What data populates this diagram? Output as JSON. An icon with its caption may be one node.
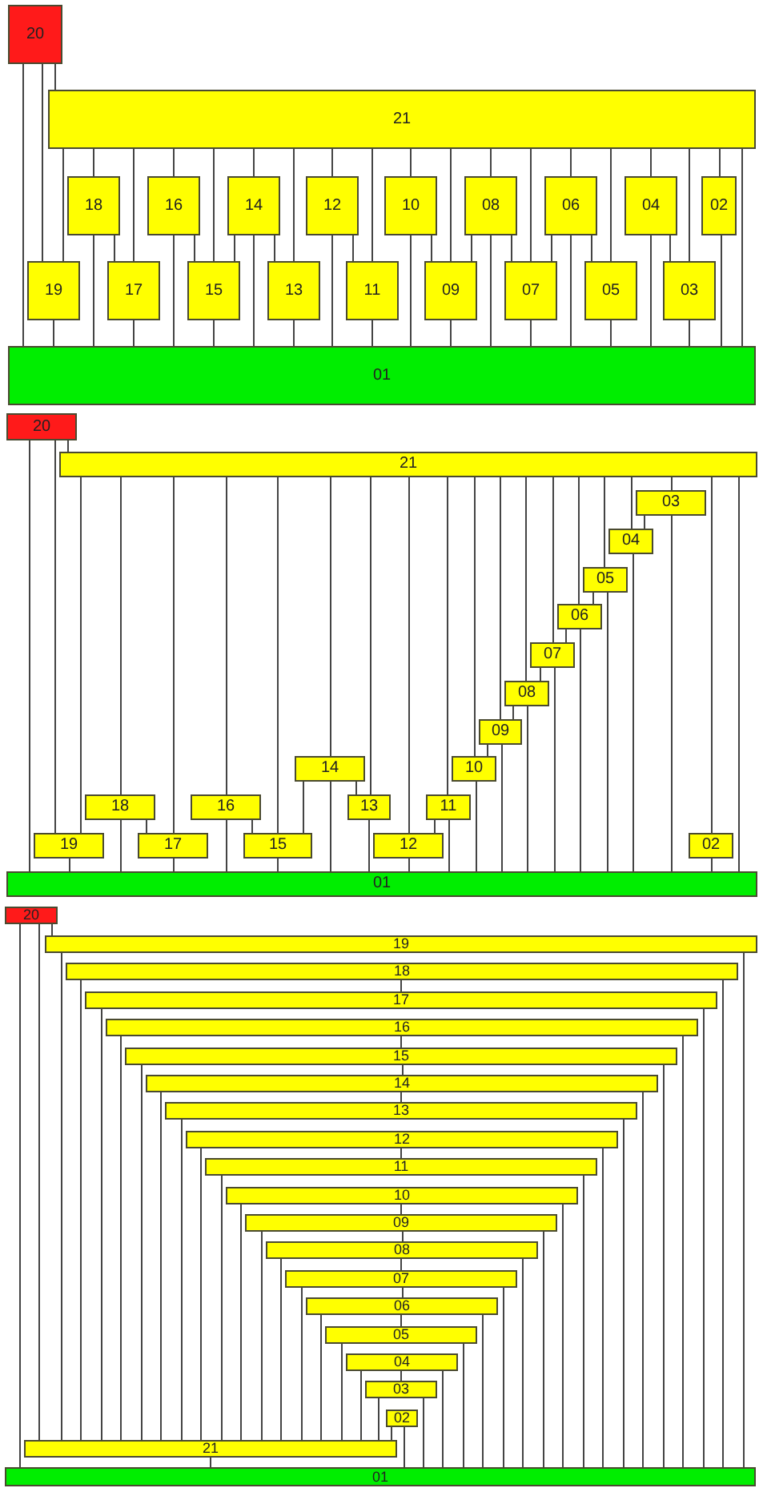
{
  "diagram": {
    "nodes": [
      {
        "text": [
          "20"
        ]
      },
      {
        "text": [
          "21"
        ]
      },
      {
        "text": [
          "19"
        ]
      },
      {
        "text": [
          "18"
        ]
      },
      {
        "text": [
          "17"
        ]
      },
      {
        "text": [
          "16"
        ]
      },
      {
        "text": [
          "15"
        ]
      },
      {
        "text": [
          "14"
        ]
      },
      {
        "text": [
          "13"
        ]
      },
      {
        "text": [
          "12"
        ]
      },
      {
        "text": [
          "11"
        ]
      },
      {
        "text": [
          "10"
        ]
      },
      {
        "text": [
          "09"
        ]
      },
      {
        "text": [
          "08"
        ]
      },
      {
        "text": [
          "07"
        ]
      },
      {
        "text": [
          "06"
        ]
      },
      {
        "text": [
          "05"
        ]
      },
      {
        "text": [
          "04"
        ]
      },
      {
        "text": [
          "03"
        ]
      },
      {
        "text": [
          "02"
        ]
      },
      {
        "text": [
          "01"
        ]
      },
      {
        "text": [
          "20"
        ]
      },
      {
        "text": [
          "21"
        ]
      },
      {
        "text": [
          "19"
        ]
      },
      {
        "text": [
          "18"
        ]
      },
      {
        "text": [
          "17"
        ]
      },
      {
        "text": [
          "16"
        ]
      },
      {
        "text": [
          "15"
        ]
      },
      {
        "text": [
          "14"
        ]
      },
      {
        "text": [
          "13"
        ]
      },
      {
        "text": [
          "12"
        ]
      },
      {
        "text": [
          "11"
        ]
      },
      {
        "text": [
          "10"
        ]
      },
      {
        "text": [
          "09"
        ]
      },
      {
        "text": [
          "08"
        ]
      },
      {
        "text": [
          "07"
        ]
      },
      {
        "text": [
          "06"
        ]
      },
      {
        "text": [
          "05"
        ]
      },
      {
        "text": [
          "04"
        ]
      },
      {
        "text": [
          "03"
        ]
      },
      {
        "text": [
          "02"
        ]
      },
      {
        "text": [
          "01"
        ]
      },
      {
        "text": [
          "20"
        ]
      },
      {
        "text": [
          "21"
        ]
      },
      {
        "text": [
          "19"
        ]
      },
      {
        "text": [
          "18"
        ]
      },
      {
        "text": [
          "17"
        ]
      },
      {
        "text": [
          "16"
        ]
      },
      {
        "text": [
          "15"
        ]
      },
      {
        "text": [
          "14"
        ]
      },
      {
        "text": [
          "13"
        ]
      },
      {
        "text": [
          "12"
        ]
      },
      {
        "text": [
          "11"
        ]
      },
      {
        "text": [
          "10"
        ]
      },
      {
        "text": [
          "09"
        ]
      },
      {
        "text": [
          "08"
        ]
      },
      {
        "text": [
          "07"
        ]
      },
      {
        "text": [
          "06"
        ]
      },
      {
        "text": [
          "05"
        ]
      },
      {
        "text": [
          "04"
        ]
      },
      {
        "text": [
          "03"
        ]
      },
      {
        "text": [
          "02"
        ]
      },
      {
        "text": [
          "01"
        ]
      }
    ],
    "edges": [
      {
        "from": 0,
        "to": 20,
        "arrow": "none"
      },
      {
        "from": 0,
        "to": 1,
        "arrow": "none"
      },
      {
        "from": 0,
        "to": 2,
        "arrow": "none"
      },
      {
        "from": 1,
        "to": 2,
        "arrow": "none"
      },
      {
        "from": 1,
        "to": 3,
        "arrow": "none"
      },
      {
        "from": 1,
        "to": 4,
        "arrow": "none"
      },
      {
        "from": 1,
        "to": 5,
        "arrow": "none"
      },
      {
        "from": 1,
        "to": 6,
        "arrow": "none"
      },
      {
        "from": 1,
        "to": 7,
        "arrow": "none"
      },
      {
        "from": 1,
        "to": 8,
        "arrow": "none"
      },
      {
        "from": 1,
        "to": 9,
        "arrow": "none"
      },
      {
        "from": 1,
        "to": 10,
        "arrow": "none"
      },
      {
        "from": 1,
        "to": 11,
        "arrow": "none"
      },
      {
        "from": 1,
        "to": 12,
        "arrow": "none"
      },
      {
        "from": 1,
        "to": 13,
        "arrow": "none"
      },
      {
        "from": 1,
        "to": 14,
        "arrow": "none"
      },
      {
        "from": 1,
        "to": 15,
        "arrow": "none"
      },
      {
        "from": 1,
        "to": 16,
        "arrow": "none"
      },
      {
        "from": 1,
        "to": 17,
        "arrow": "none"
      },
      {
        "from": 1,
        "to": 18,
        "arrow": "none"
      },
      {
        "from": 1,
        "to": 19,
        "arrow": "none"
      },
      {
        "from": 1,
        "to": 20,
        "arrow": "none"
      },
      {
        "from": 2,
        "to": 20,
        "arrow": "none"
      },
      {
        "from": 3,
        "to": 20,
        "arrow": "none"
      },
      {
        "from": 4,
        "to": 20,
        "arrow": "none"
      },
      {
        "from": 5,
        "to": 20,
        "arrow": "none"
      },
      {
        "from": 6,
        "to": 20,
        "arrow": "none"
      },
      {
        "from": 7,
        "to": 20,
        "arrow": "none"
      },
      {
        "from": 8,
        "to": 20,
        "arrow": "none"
      },
      {
        "from": 9,
        "to": 20,
        "arrow": "none"
      },
      {
        "from": 10,
        "to": 20,
        "arrow": "none"
      },
      {
        "from": 11,
        "to": 20,
        "arrow": "none"
      },
      {
        "from": 12,
        "to": 20,
        "arrow": "none"
      },
      {
        "from": 13,
        "to": 20,
        "arrow": "none"
      },
      {
        "from": 14,
        "to": 20,
        "arrow": "none"
      },
      {
        "from": 15,
        "to": 20,
        "arrow": "none"
      },
      {
        "from": 16,
        "to": 20,
        "arrow": "none"
      },
      {
        "from": 17,
        "to": 20,
        "arrow": "none"
      },
      {
        "from": 18,
        "to": 20,
        "arrow": "none"
      },
      {
        "from": 19,
        "to": 20,
        "arrow": "none"
      },
      {
        "from": 3,
        "to": 4,
        "arrow": "none"
      },
      {
        "from": 5,
        "to": 6,
        "arrow": "none"
      },
      {
        "from": 6,
        "to": 7,
        "arrow": "none"
      },
      {
        "from": 7,
        "to": 8,
        "arrow": "none"
      },
      {
        "from": 9,
        "to": 10,
        "arrow": "none"
      },
      {
        "from": 11,
        "to": 12,
        "arrow": "none"
      },
      {
        "from": 12,
        "to": 13,
        "arrow": "none"
      },
      {
        "from": 13,
        "to": 14,
        "arrow": "none"
      },
      {
        "from": 14,
        "to": 15,
        "arrow": "none"
      },
      {
        "from": 15,
        "to": 16,
        "arrow": "none"
      },
      {
        "from": 17,
        "to": 18,
        "arrow": "none"
      },
      {
        "from": 21,
        "to": 41,
        "arrow": "none"
      },
      {
        "from": 21,
        "to": 22,
        "arrow": "none"
      },
      {
        "from": 21,
        "to": 23,
        "arrow": "none"
      },
      {
        "from": 22,
        "to": 23,
        "arrow": "none"
      },
      {
        "from": 22,
        "to": 24,
        "arrow": "none"
      },
      {
        "from": 22,
        "to": 25,
        "arrow": "none"
      },
      {
        "from": 22,
        "to": 26,
        "arrow": "none"
      },
      {
        "from": 22,
        "to": 27,
        "arrow": "none"
      },
      {
        "from": 22,
        "to": 28,
        "arrow": "none"
      },
      {
        "from": 22,
        "to": 29,
        "arrow": "none"
      },
      {
        "from": 22,
        "to": 30,
        "arrow": "none"
      },
      {
        "from": 22,
        "to": 31,
        "arrow": "none"
      },
      {
        "from": 22,
        "to": 32,
        "arrow": "none"
      },
      {
        "from": 22,
        "to": 33,
        "arrow": "none"
      },
      {
        "from": 22,
        "to": 34,
        "arrow": "none"
      },
      {
        "from": 22,
        "to": 35,
        "arrow": "none"
      },
      {
        "from": 22,
        "to": 36,
        "arrow": "none"
      },
      {
        "from": 22,
        "to": 37,
        "arrow": "none"
      },
      {
        "from": 22,
        "to": 38,
        "arrow": "none"
      },
      {
        "from": 22,
        "to": 39,
        "arrow": "none"
      },
      {
        "from": 22,
        "to": 40,
        "arrow": "none"
      },
      {
        "from": 22,
        "to": 41,
        "arrow": "none"
      },
      {
        "from": 23,
        "to": 41,
        "arrow": "none"
      },
      {
        "from": 24,
        "to": 41,
        "arrow": "none"
      },
      {
        "from": 25,
        "to": 41,
        "arrow": "none"
      },
      {
        "from": 26,
        "to": 41,
        "arrow": "none"
      },
      {
        "from": 27,
        "to": 41,
        "arrow": "none"
      },
      {
        "from": 28,
        "to": 41,
        "arrow": "none"
      },
      {
        "from": 29,
        "to": 41,
        "arrow": "none"
      },
      {
        "from": 30,
        "to": 41,
        "arrow": "none"
      },
      {
        "from": 31,
        "to": 41,
        "arrow": "none"
      },
      {
        "from": 32,
        "to": 41,
        "arrow": "none"
      },
      {
        "from": 33,
        "to": 41,
        "arrow": "none"
      },
      {
        "from": 34,
        "to": 41,
        "arrow": "none"
      },
      {
        "from": 35,
        "to": 41,
        "arrow": "none"
      },
      {
        "from": 36,
        "to": 41,
        "arrow": "none"
      },
      {
        "from": 37,
        "to": 41,
        "arrow": "none"
      },
      {
        "from": 38,
        "to": 41,
        "arrow": "none"
      },
      {
        "from": 39,
        "to": 41,
        "arrow": "none"
      },
      {
        "from": 40,
        "to": 41,
        "arrow": "none"
      },
      {
        "from": 24,
        "to": 25,
        "arrow": "none"
      },
      {
        "from": 26,
        "to": 27,
        "arrow": "none"
      },
      {
        "from": 27,
        "to": 28,
        "arrow": "none"
      },
      {
        "from": 28,
        "to": 29,
        "arrow": "none"
      },
      {
        "from": 30,
        "to": 31,
        "arrow": "none"
      },
      {
        "from": 32,
        "to": 33,
        "arrow": "none"
      },
      {
        "from": 33,
        "to": 34,
        "arrow": "none"
      },
      {
        "from": 34,
        "to": 35,
        "arrow": "none"
      },
      {
        "from": 35,
        "to": 36,
        "arrow": "none"
      },
      {
        "from": 36,
        "to": 37,
        "arrow": "none"
      },
      {
        "from": 38,
        "to": 39,
        "arrow": "none"
      },
      {
        "from": 42,
        "to": 62,
        "arrow": "none"
      },
      {
        "from": 42,
        "to": 43,
        "arrow": "none"
      },
      {
        "from": 42,
        "to": 44,
        "arrow": "none"
      },
      {
        "from": 43,
        "to": 44,
        "arrow": "none"
      },
      {
        "from": 43,
        "to": 45,
        "arrow": "none"
      },
      {
        "from": 43,
        "to": 46,
        "arrow": "none"
      },
      {
        "from": 43,
        "to": 47,
        "arrow": "none"
      },
      {
        "from": 43,
        "to": 48,
        "arrow": "none"
      },
      {
        "from": 43,
        "to": 49,
        "arrow": "none"
      },
      {
        "from": 43,
        "to": 50,
        "arrow": "none"
      },
      {
        "from": 43,
        "to": 51,
        "arrow": "none"
      },
      {
        "from": 43,
        "to": 52,
        "arrow": "none"
      },
      {
        "from": 43,
        "to": 53,
        "arrow": "none"
      },
      {
        "from": 43,
        "to": 54,
        "arrow": "none"
      },
      {
        "from": 43,
        "to": 55,
        "arrow": "none"
      },
      {
        "from": 43,
        "to": 56,
        "arrow": "none"
      },
      {
        "from": 43,
        "to": 57,
        "arrow": "none"
      },
      {
        "from": 43,
        "to": 58,
        "arrow": "none"
      },
      {
        "from": 43,
        "to": 59,
        "arrow": "none"
      },
      {
        "from": 43,
        "to": 60,
        "arrow": "none"
      },
      {
        "from": 43,
        "to": 61,
        "arrow": "none"
      },
      {
        "from": 43,
        "to": 62,
        "arrow": "none"
      },
      {
        "from": 44,
        "to": 62,
        "arrow": "none"
      },
      {
        "from": 45,
        "to": 62,
        "arrow": "none"
      },
      {
        "from": 46,
        "to": 62,
        "arrow": "none"
      },
      {
        "from": 47,
        "to": 62,
        "arrow": "none"
      },
      {
        "from": 48,
        "to": 62,
        "arrow": "none"
      },
      {
        "from": 49,
        "to": 62,
        "arrow": "none"
      },
      {
        "from": 50,
        "to": 62,
        "arrow": "none"
      },
      {
        "from": 51,
        "to": 62,
        "arrow": "none"
      },
      {
        "from": 52,
        "to": 62,
        "arrow": "none"
      },
      {
        "from": 53,
        "to": 62,
        "arrow": "none"
      },
      {
        "from": 54,
        "to": 62,
        "arrow": "none"
      },
      {
        "from": 55,
        "to": 62,
        "arrow": "none"
      },
      {
        "from": 56,
        "to": 62,
        "arrow": "none"
      },
      {
        "from": 57,
        "to": 62,
        "arrow": "none"
      },
      {
        "from": 58,
        "to": 62,
        "arrow": "none"
      },
      {
        "from": 59,
        "to": 62,
        "arrow": "none"
      },
      {
        "from": 60,
        "to": 62,
        "arrow": "none"
      },
      {
        "from": 61,
        "to": 62,
        "arrow": "none"
      },
      {
        "from": 45,
        "to": 46,
        "arrow": "none"
      },
      {
        "from": 47,
        "to": 48,
        "arrow": "none"
      },
      {
        "from": 48,
        "to": 49,
        "arrow": "none"
      },
      {
        "from": 49,
        "to": 50,
        "arrow": "none"
      },
      {
        "from": 51,
        "to": 52,
        "arrow": "none"
      },
      {
        "from": 53,
        "to": 54,
        "arrow": "none"
      },
      {
        "from": 54,
        "to": 55,
        "arrow": "none"
      },
      {
        "from": 55,
        "to": 56,
        "arrow": "none"
      },
      {
        "from": 56,
        "to": 57,
        "arrow": "none"
      },
      {
        "from": 57,
        "to": 58,
        "arrow": "none"
      },
      {
        "from": 59,
        "to": 60,
        "arrow": "none"
      }
    ]
  }
}
